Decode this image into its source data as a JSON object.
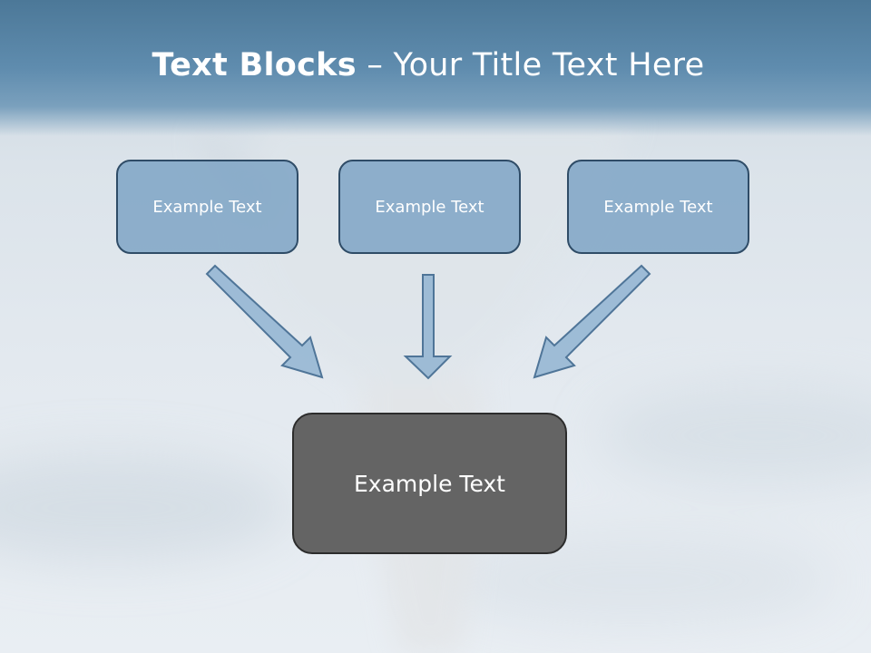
{
  "slide": {
    "title_bold": "Text Blocks",
    "title_dash": " – ",
    "title_rest": "Your Title Text Here"
  },
  "blocks": {
    "left": "Example Text",
    "center": "Example Text",
    "right": "Example Text",
    "target": "Example Text"
  },
  "colors": {
    "header": "#5f8cae",
    "block_fill": "#769fc2",
    "block_border": "#2f4c67",
    "arrow_fill": "#8cb0cf",
    "arrow_stroke": "#4f7598",
    "target_fill": "#646464"
  }
}
